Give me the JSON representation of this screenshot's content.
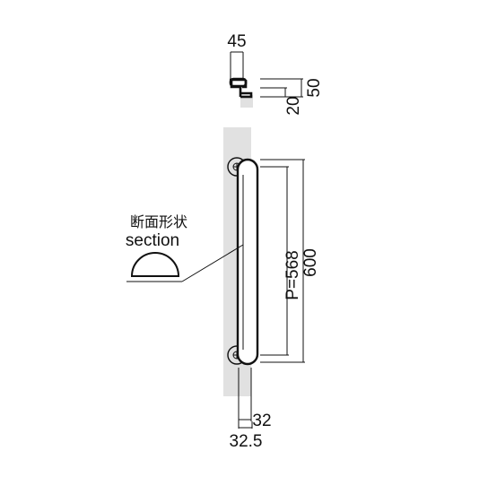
{
  "top_view": {
    "dim_width": "45",
    "dim_height": "50",
    "dim_offset": "20"
  },
  "front_view": {
    "dim_pitch": "P=568",
    "dim_length": "600",
    "dim_bar_width": "32",
    "dim_base_width": "32.5"
  },
  "section_callout": {
    "label_jp": "断面形状",
    "label_en": "section"
  },
  "colors": {
    "door_panel": "#e1e1e1",
    "line": "#111111"
  }
}
